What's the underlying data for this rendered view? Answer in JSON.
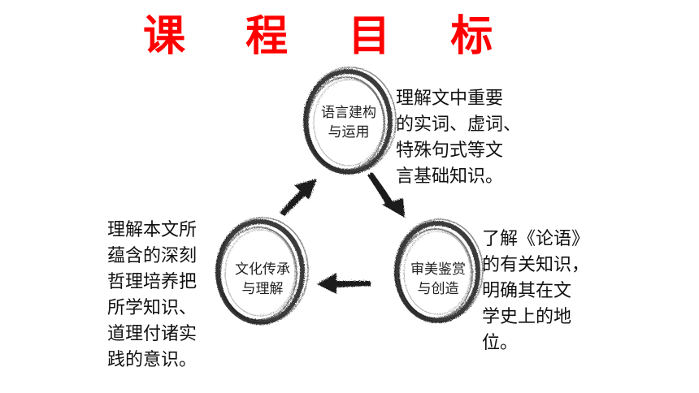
{
  "title": "课 程 目 标",
  "rings": [
    {
      "line1": "语言建构",
      "line2": "与运用"
    },
    {
      "line1": "审美鉴赏",
      "line2": "与创造"
    },
    {
      "line1": "文化传承",
      "line2": "与理解"
    }
  ],
  "descriptions": {
    "top": "理解文中重要\n的实词、虚词、\n特殊句式等文\n言基础知识。",
    "right": "了解《论语》\n的有关知识，\n明确其在文\n学史上的地\n位。",
    "left": "理解本文所\n蕴含的深刻\n哲理培养把\n所学知识、\n道理付诸实\n践的意识。"
  },
  "colors": {
    "title": "#ff0000",
    "ink": "#1a1a1a"
  }
}
